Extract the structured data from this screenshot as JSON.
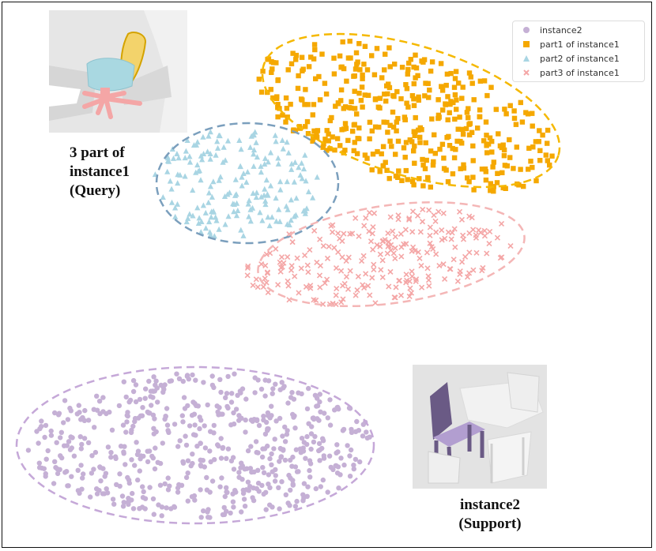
{
  "captions": {
    "query_line1": "3 part of",
    "query_line2": "instance1",
    "query_line3": "(Query)",
    "support_line1": "instance2",
    "support_line2": "(Support)"
  },
  "legend": [
    {
      "label": "instance2",
      "marker": "circle",
      "color": "#c5b0d5"
    },
    {
      "label": "part1 of instance1",
      "marker": "square",
      "color": "#f5a800"
    },
    {
      "label": "part2 of instance1",
      "marker": "triangle",
      "color": "#a9d5e3"
    },
    {
      "label": "part3 of instance1",
      "marker": "x",
      "color": "#f4a6a6"
    }
  ],
  "colors": {
    "part1_ellipse": "#f5b800",
    "part2_ellipse": "#7b9fbd",
    "part3_ellipse": "#f4b6b6",
    "instance2_ellipse": "#c5a8d8",
    "thumb_bg": "#e4e4e4"
  },
  "chart_data": {
    "type": "scatter",
    "title": "",
    "xlabel": "",
    "ylabel": "",
    "series": [
      {
        "name": "instance2",
        "marker": "circle",
        "count": 600
      },
      {
        "name": "part1 of instance1",
        "marker": "square",
        "count": 420
      },
      {
        "name": "part2 of instance1",
        "marker": "triangle",
        "count": 190
      },
      {
        "name": "part3 of instance1",
        "marker": "x",
        "count": 240
      }
    ]
  }
}
